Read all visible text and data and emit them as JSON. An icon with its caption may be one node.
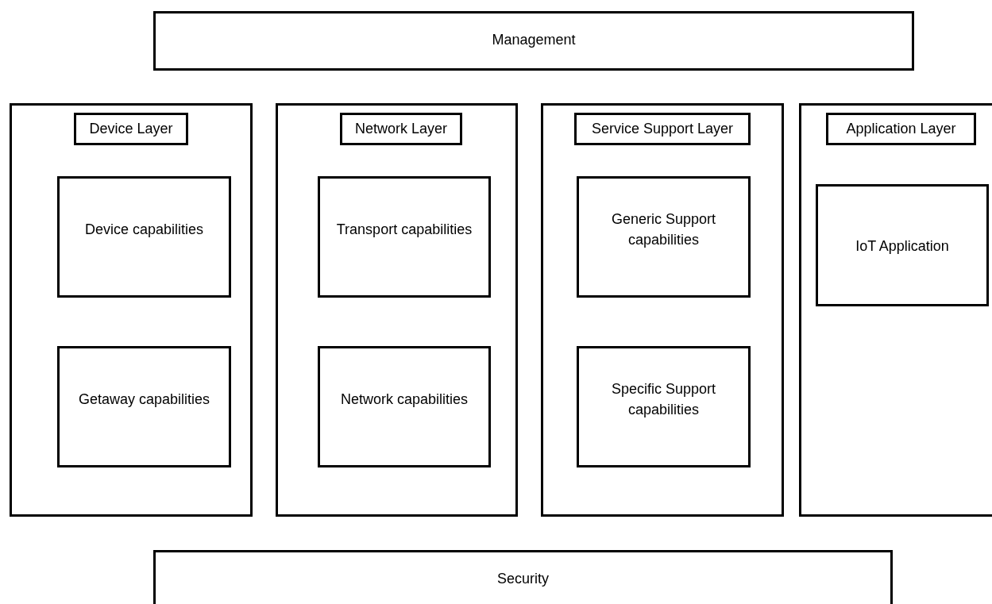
{
  "diagram": {
    "nodes": [
      {
        "text": [
          "Management"
        ]
      },
      {
        "text": [
          "Device Layer"
        ]
      },
      {
        "text": [
          "Device capabilities"
        ],
        "in": 1
      },
      {
        "text": [
          "Getaway capabilities"
        ],
        "in": 1
      },
      {
        "text": [
          "Network Layer"
        ]
      },
      {
        "text": [
          "Transport capabilities"
        ],
        "in": 4
      },
      {
        "text": [
          "Network capabilities"
        ],
        "in": 4
      },
      {
        "text": [
          "Service Support Layer"
        ]
      },
      {
        "text": [
          "Generic Support capabilities"
        ],
        "in": 7
      },
      {
        "text": [
          "Specific Support capabilities"
        ],
        "in": 7
      },
      {
        "text": [
          "Application Layer"
        ]
      },
      {
        "text": [
          "IoT Application"
        ],
        "in": 10
      },
      {
        "text": [
          "Security"
        ]
      }
    ],
    "edges": []
  }
}
